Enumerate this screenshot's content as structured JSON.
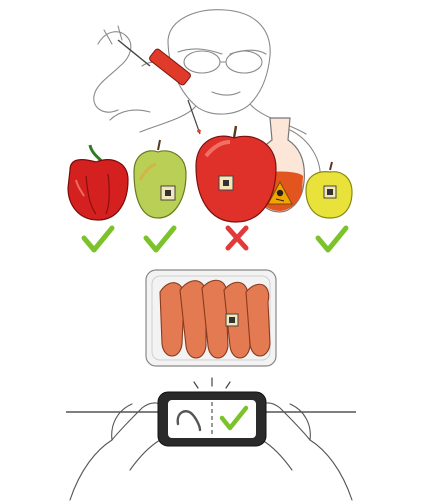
{
  "colors": {
    "check": "#7cc22a",
    "cross": "#e23a3a",
    "pepper": "#d4201e",
    "apple_green": "#b9cf55",
    "apple_red": "#e0302a",
    "quince": "#e9e23a",
    "sausage": "#e37a52",
    "tray": "#f3f3f3",
    "syringe": "#e03a2a",
    "sketch": "#444444",
    "hazard": "#f0a500"
  },
  "items": [
    {
      "id": "pepper",
      "status": "ok"
    },
    {
      "id": "green-apple",
      "status": "ok"
    },
    {
      "id": "red-apple",
      "status": "rejected"
    },
    {
      "id": "quince",
      "status": "ok"
    }
  ],
  "icons": {
    "check": "check-mark-icon",
    "cross": "cross-mark-icon",
    "hazard": "hazard-skull-icon",
    "sensor": "sensor-tag-icon",
    "sausage": "sausage-icon"
  }
}
